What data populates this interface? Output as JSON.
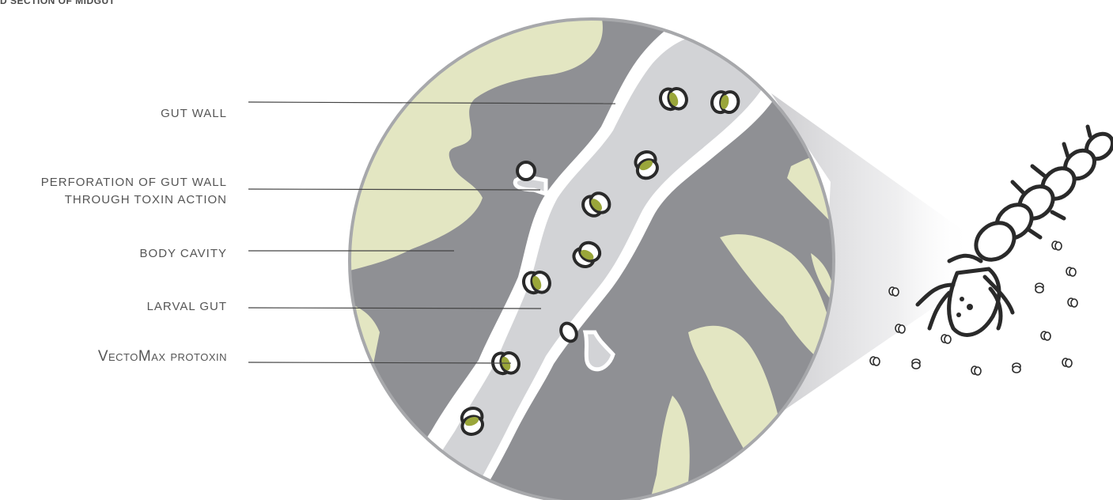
{
  "caption": "D SECTION OF MIDGUT",
  "labels": {
    "gut_wall": "GUT WALL",
    "perforation_line1": "PERFORATION OF GUT WALL",
    "perforation_line2": "THROUGH TOXIN ACTION",
    "body_cavity": "BODY CAVITY",
    "larval_gut": "LARVAL GUT",
    "protoxin": "VectoMax protoxin"
  },
  "colors": {
    "body_cavity_gray": "#8f9094",
    "gut_light_gray": "#d2d3d6",
    "tissue_yellow_green": "#e3e6c2",
    "gut_wall_white": "#ffffff",
    "protoxin_green": "#9aa63a",
    "outline_dark": "#2a2a2a",
    "leader_line": "#444444",
    "label_text": "#555555"
  }
}
